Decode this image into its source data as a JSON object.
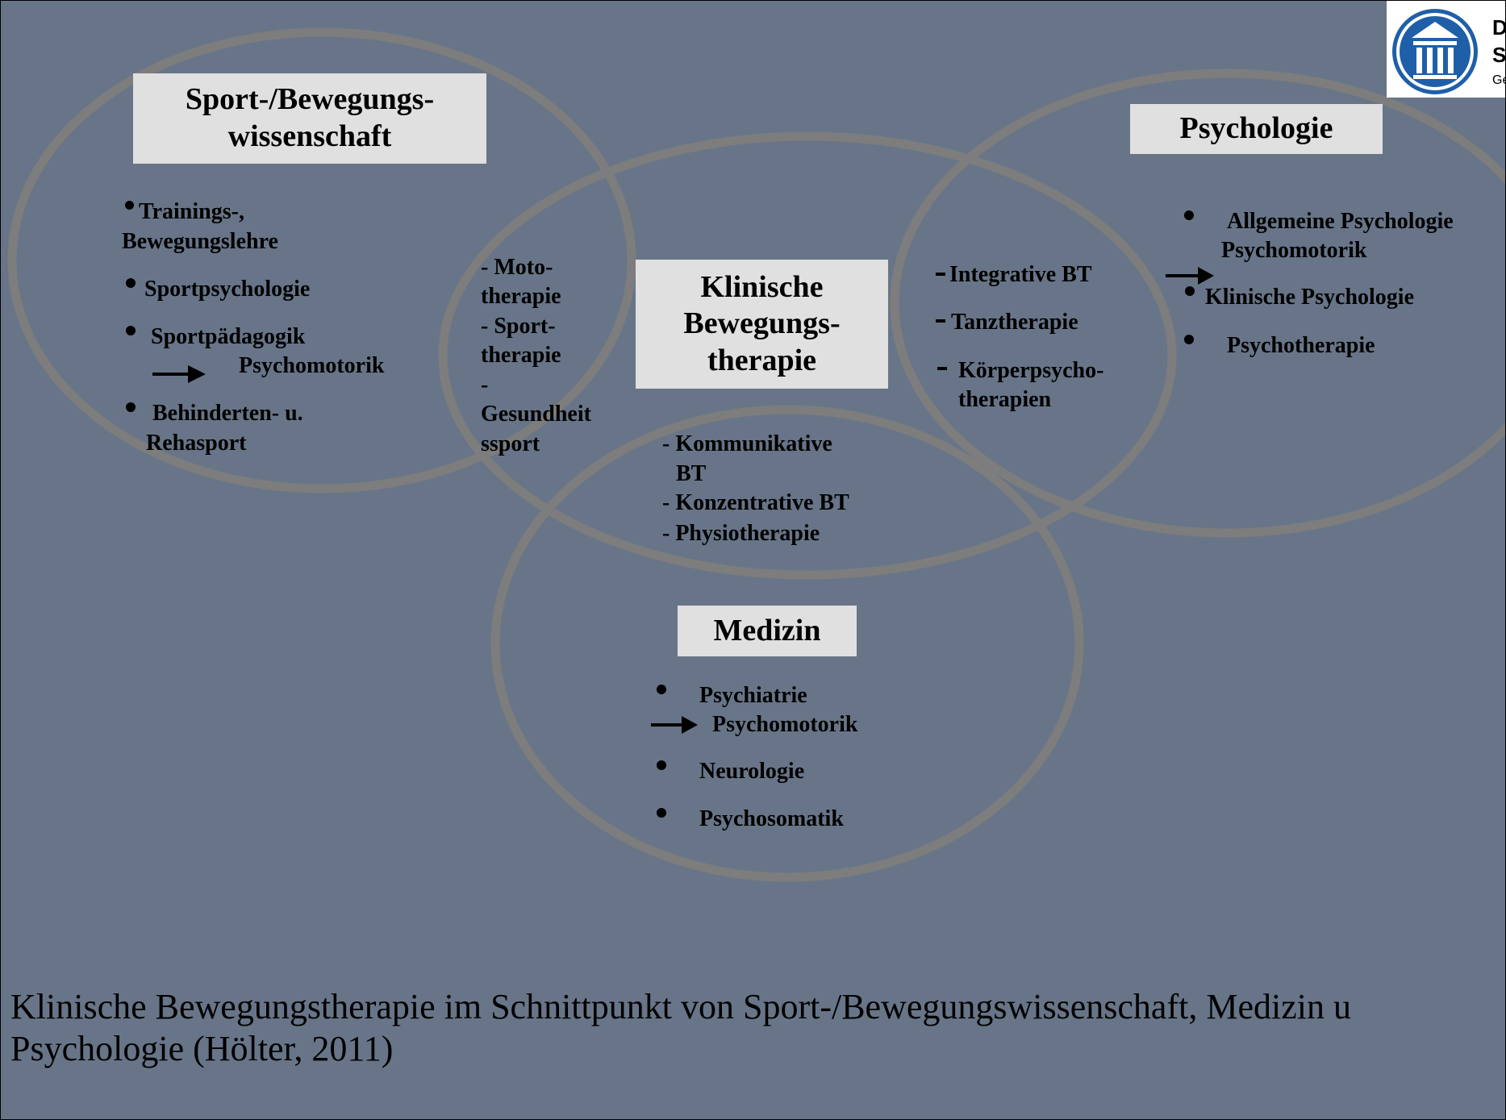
{
  "boxes": {
    "sport": "Sport-/Bewegungs-\nwissenschaft",
    "psychologie": "Psychologie",
    "klinisch": "Klinische\nBewegungs-\ntherapie",
    "medizin": "Medizin"
  },
  "sport_items": {
    "item1a": "Trainings-,",
    "item1b": "Bewegungslehre",
    "item2": "Sportpsychologie",
    "item3": "Sportpädagogik",
    "item3_arrow": "Psychomotorik",
    "item4a": "Behinderten- u.",
    "item4b": "Rehasport"
  },
  "overlap_sport": [
    "- Moto-",
    "therapie",
    "- Sport-",
    "therapie",
    "-",
    "Gesundheit",
    "ssport"
  ],
  "overlap_psych": {
    "item1": "Integrative BT",
    "item2": "Tanztherapie",
    "item3a": "Körperpsycho-",
    "item3b": "therapien"
  },
  "overlap_med": [
    "- Kommunikative",
    "BT",
    "- Konzentrative BT",
    "- Physiotherapie"
  ],
  "psych_items": {
    "item1": "Allgemeine Psychologie",
    "item1_arrow": "Psychomotorik",
    "item2": "Klinische Psychologie",
    "item3": "Psychotherapie"
  },
  "med_items": {
    "item1": "Psychiatrie",
    "item1_arrow": "Psychomotorik",
    "item2": "Neurologie",
    "item3": "Psychosomatik"
  },
  "caption": {
    "line1": "Klinische Bewegungstherapie im Schnittpunkt von Sport-/Bewegungswissenschaft, Medizin u",
    "line2": "Psychologie (Hölter, 2011)"
  },
  "logo": {
    "letters": [
      "D",
      "S",
      "Ge"
    ],
    "icon": "university-columns-icon"
  },
  "colors": {
    "background": "#687588",
    "circle_stroke": "#7d7d7d",
    "box_fill": "#e0e0e0",
    "logo_blue": "#1f5fa8"
  }
}
